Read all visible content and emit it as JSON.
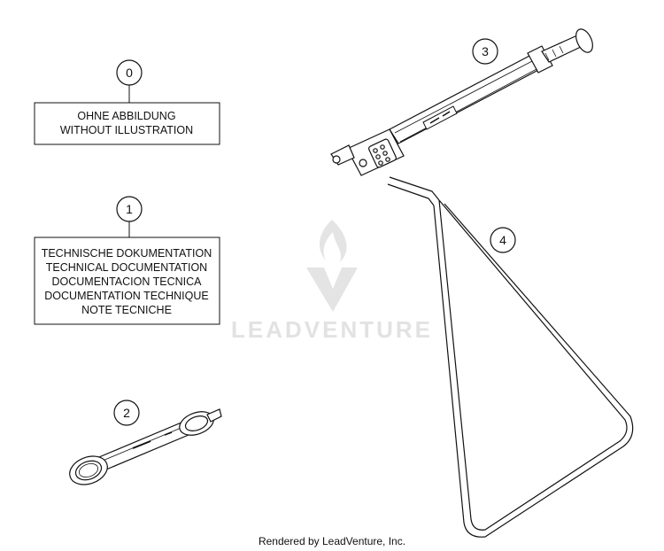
{
  "callouts": {
    "c0": "0",
    "c1": "1",
    "c2": "2",
    "c3": "3",
    "c4": "4"
  },
  "box0": {
    "line1": "OHNE ABBILDUNG",
    "line2": "WITHOUT ILLUSTRATION"
  },
  "box1": {
    "line1": "TECHNISCHE DOKUMENTATION",
    "line2": "TECHNICAL DOCUMENTATION",
    "line3": "DOCUMENTACION TECNICA",
    "line4": "DOCUMENTATION TECHNIQUE",
    "line5": "NOTE TECNICHE"
  },
  "watermark": "LEADVENTURE",
  "footer": "Rendered by LeadVenture, Inc.",
  "colors": {
    "line": "#111111",
    "watermark": "#e2e2e2"
  }
}
